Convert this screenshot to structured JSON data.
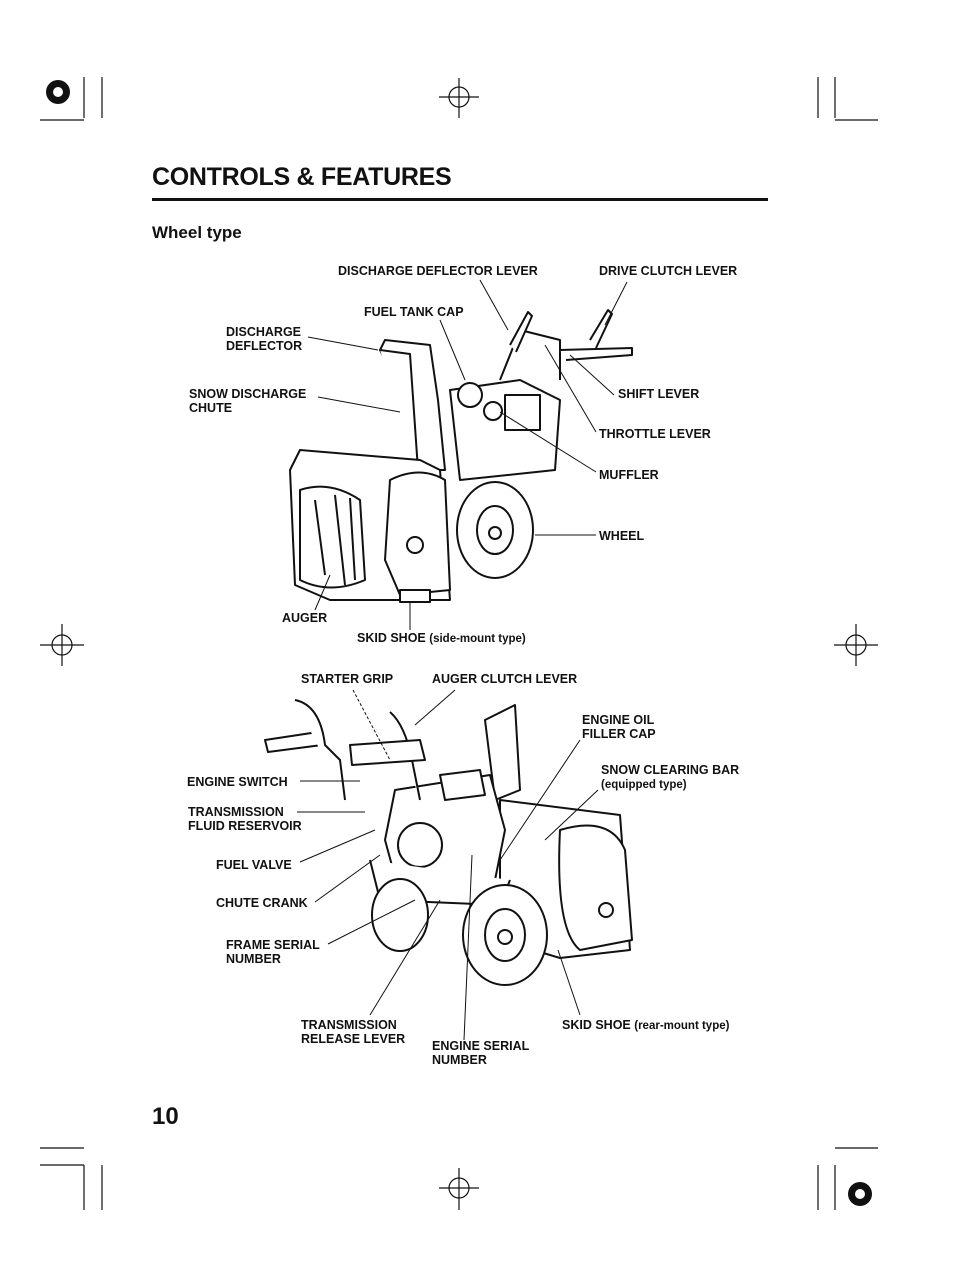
{
  "header": {
    "title": "CONTROLS & FEATURES"
  },
  "section": {
    "heading": "Wheel type"
  },
  "footer": {
    "page_number": "10"
  },
  "figure_top": {
    "labels": {
      "discharge_deflector_lever": "DISCHARGE DEFLECTOR LEVER",
      "drive_clutch_lever": "DRIVE CLUTCH LEVER",
      "fuel_tank_cap": "FUEL TANK CAP",
      "discharge_deflector": "DISCHARGE\nDEFLECTOR",
      "snow_discharge_chute": "SNOW DISCHARGE\nCHUTE",
      "shift_lever": "SHIFT LEVER",
      "throttle_lever": "THROTTLE LEVER",
      "muffler": "MUFFLER",
      "wheel": "WHEEL",
      "auger": "AUGER",
      "skid_shoe_main": "SKID SHOE",
      "skid_shoe_note": "(side-mount type)"
    }
  },
  "figure_bottom": {
    "labels": {
      "starter_grip": "STARTER GRIP",
      "auger_clutch_lever": "AUGER CLUTCH LEVER",
      "engine_oil_filler_cap": "ENGINE OIL\nFILLER CAP",
      "snow_clearing_bar": "SNOW CLEARING BAR",
      "snow_clearing_bar_note": "(equipped type)",
      "engine_switch": "ENGINE SWITCH",
      "transmission_fluid_reservoir": "TRANSMISSION\nFLUID RESERVOIR",
      "fuel_valve": "FUEL VALVE",
      "chute_crank": "CHUTE CRANK",
      "frame_serial_number": "FRAME SERIAL\nNUMBER",
      "transmission_release_lever": "TRANSMISSION\nRELEASE LEVER",
      "engine_serial_number": "ENGINE SERIAL\nNUMBER",
      "skid_shoe_main": "SKID SHOE",
      "skid_shoe_note": "(rear-mount type)"
    }
  }
}
